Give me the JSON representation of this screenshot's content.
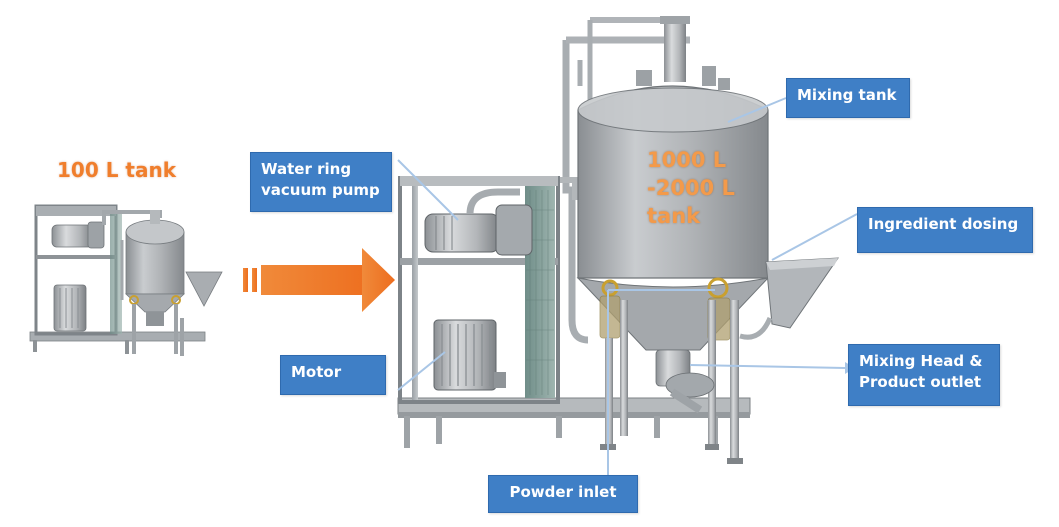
{
  "small_tank_title": "100 L tank",
  "big_tank_capacity": [
    "1000 L",
    "-2000 L",
    "tank"
  ],
  "labels": {
    "mixing_tank": "Mixing tank",
    "vacuum_pump": [
      "Water ring",
      "vacuum pump"
    ],
    "ingredient_dosing": "Ingredient dosing",
    "motor": "Motor",
    "mixing_head": [
      "Mixing Head &",
      "Product outlet"
    ],
    "powder_inlet": "Powder inlet"
  },
  "colors": {
    "label_bg": "#3f7fc6",
    "accent_orange": "#f07e2c",
    "steel": "#b9bcbf"
  }
}
